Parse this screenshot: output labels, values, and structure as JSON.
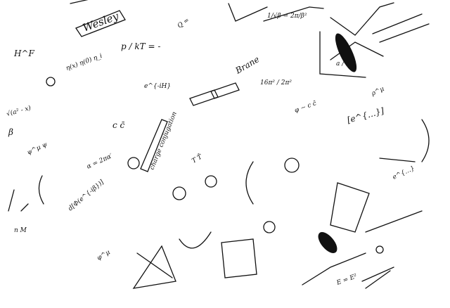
{
  "notes": {
    "snippets": [
      "Wesley",
      "H^F",
      "p / kT  = -",
      "Q =",
      "β",
      "Brane",
      "charge conjugation",
      "16π² / 2π²",
      "e^{-iH}",
      "1/√β = 2π/β²",
      "η(x) η(0) η_i",
      "ψ^μ ψ",
      "d[Φ(e^{-iβ})]",
      "c c̄",
      "α = 2πα′",
      "[e^{…}]",
      "φ ∼ c c̄",
      "a / z",
      "T T̄",
      "E = E²",
      "ρ^μ",
      "√(a² - x)",
      "e^{…}",
      "n M",
      "φ^μ"
    ]
  }
}
